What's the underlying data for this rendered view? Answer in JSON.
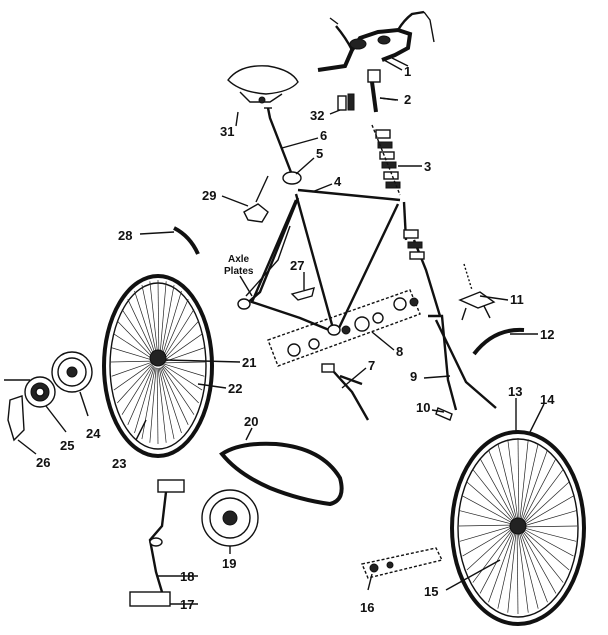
{
  "labels": {
    "l1": "1",
    "l2": "2",
    "l3": "3",
    "l4": "4",
    "l5": "5",
    "l6": "6",
    "l7": "7",
    "l8": "8",
    "l9": "9",
    "l10": "10",
    "l11": "11",
    "l12": "12",
    "l13": "13",
    "l14": "14",
    "l15": "15",
    "l16": "16",
    "l17": "17",
    "l18": "18",
    "l19": "19",
    "l20": "20",
    "l21": "21",
    "l22": "22",
    "l23": "23",
    "l24": "24",
    "l25": "25",
    "l26": "26",
    "l27": "27",
    "l28": "28",
    "l29": "29",
    "l31": "31",
    "l32": "32",
    "axle_line1": "Axle",
    "axle_line2": "Plates"
  },
  "colors": {
    "ink": "#111111",
    "paper": "#ffffff"
  }
}
